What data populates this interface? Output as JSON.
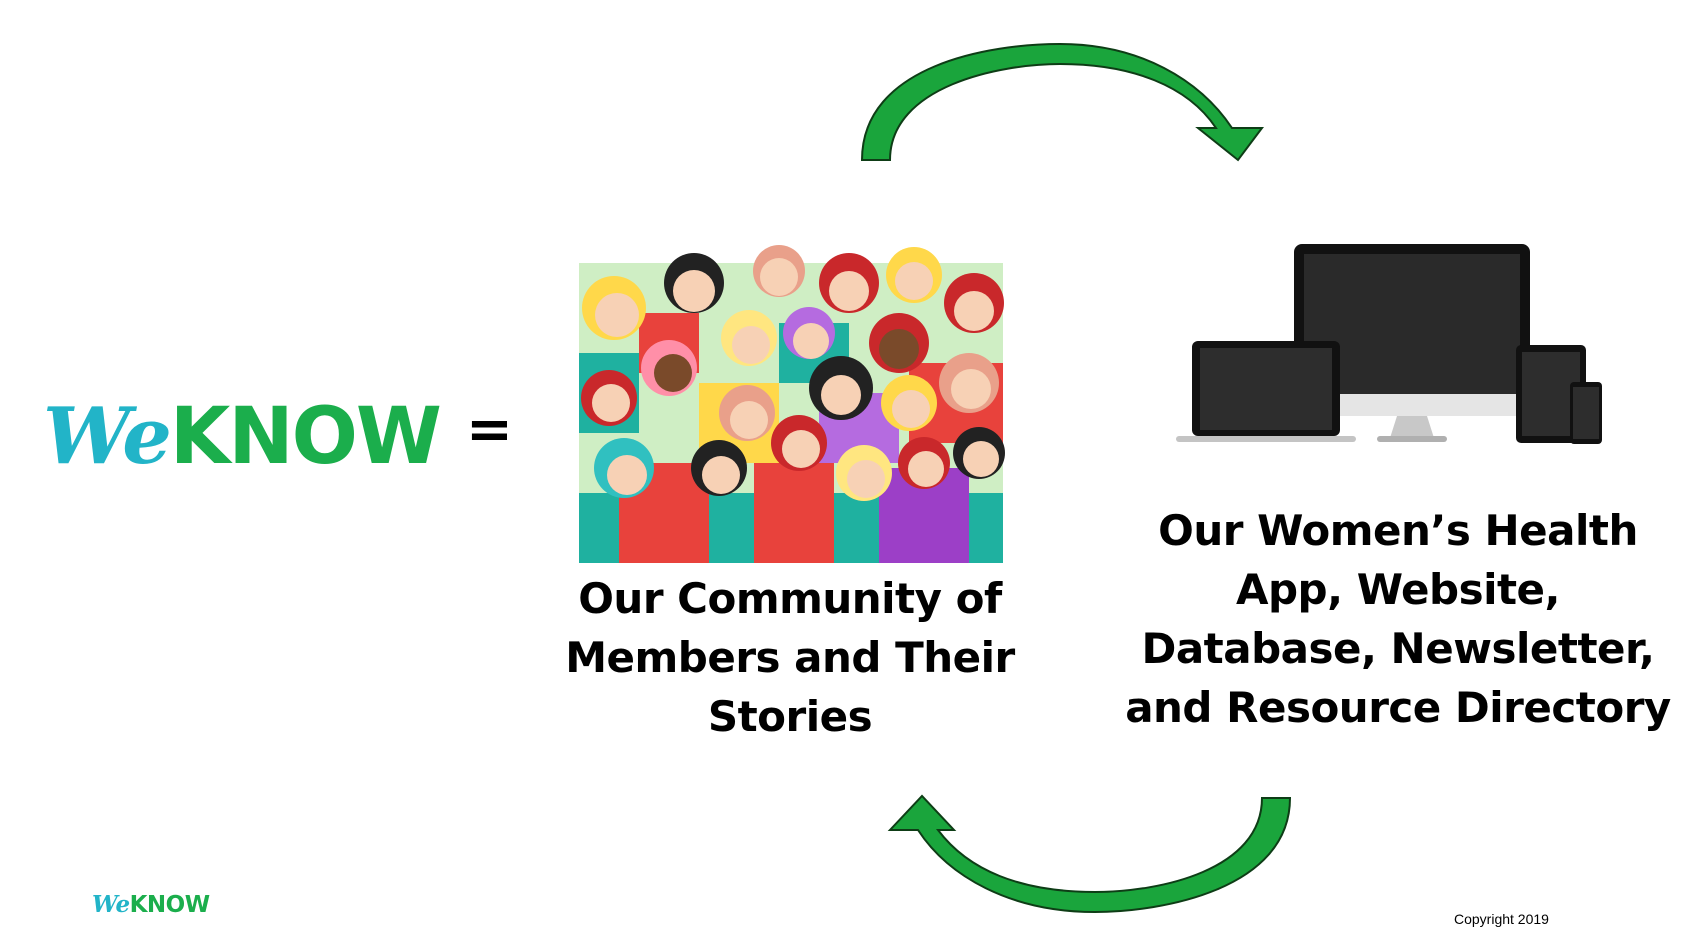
{
  "logo": {
    "we": "We",
    "know": "KNOW",
    "colors": {
      "we": "#22b4c8",
      "know": "#1bae4c"
    }
  },
  "equals": "=",
  "community": {
    "lines": [
      "Our Community of",
      "Members and Their",
      "Stories"
    ]
  },
  "tech": {
    "lines": [
      "Our Women’s Health",
      "App, Website,",
      "Database, Newsletter,",
      "and Resource Directory"
    ]
  },
  "footer": {
    "copyright": "Copyright 2019"
  },
  "colors": {
    "arrow": "#1aa53c",
    "arrow_outline": "#0e3d16",
    "device": "#111111"
  },
  "icons": [
    "arrow-right-curved-icon",
    "arrow-left-curved-icon",
    "crowd-of-women-illustration",
    "devices-icon"
  ]
}
